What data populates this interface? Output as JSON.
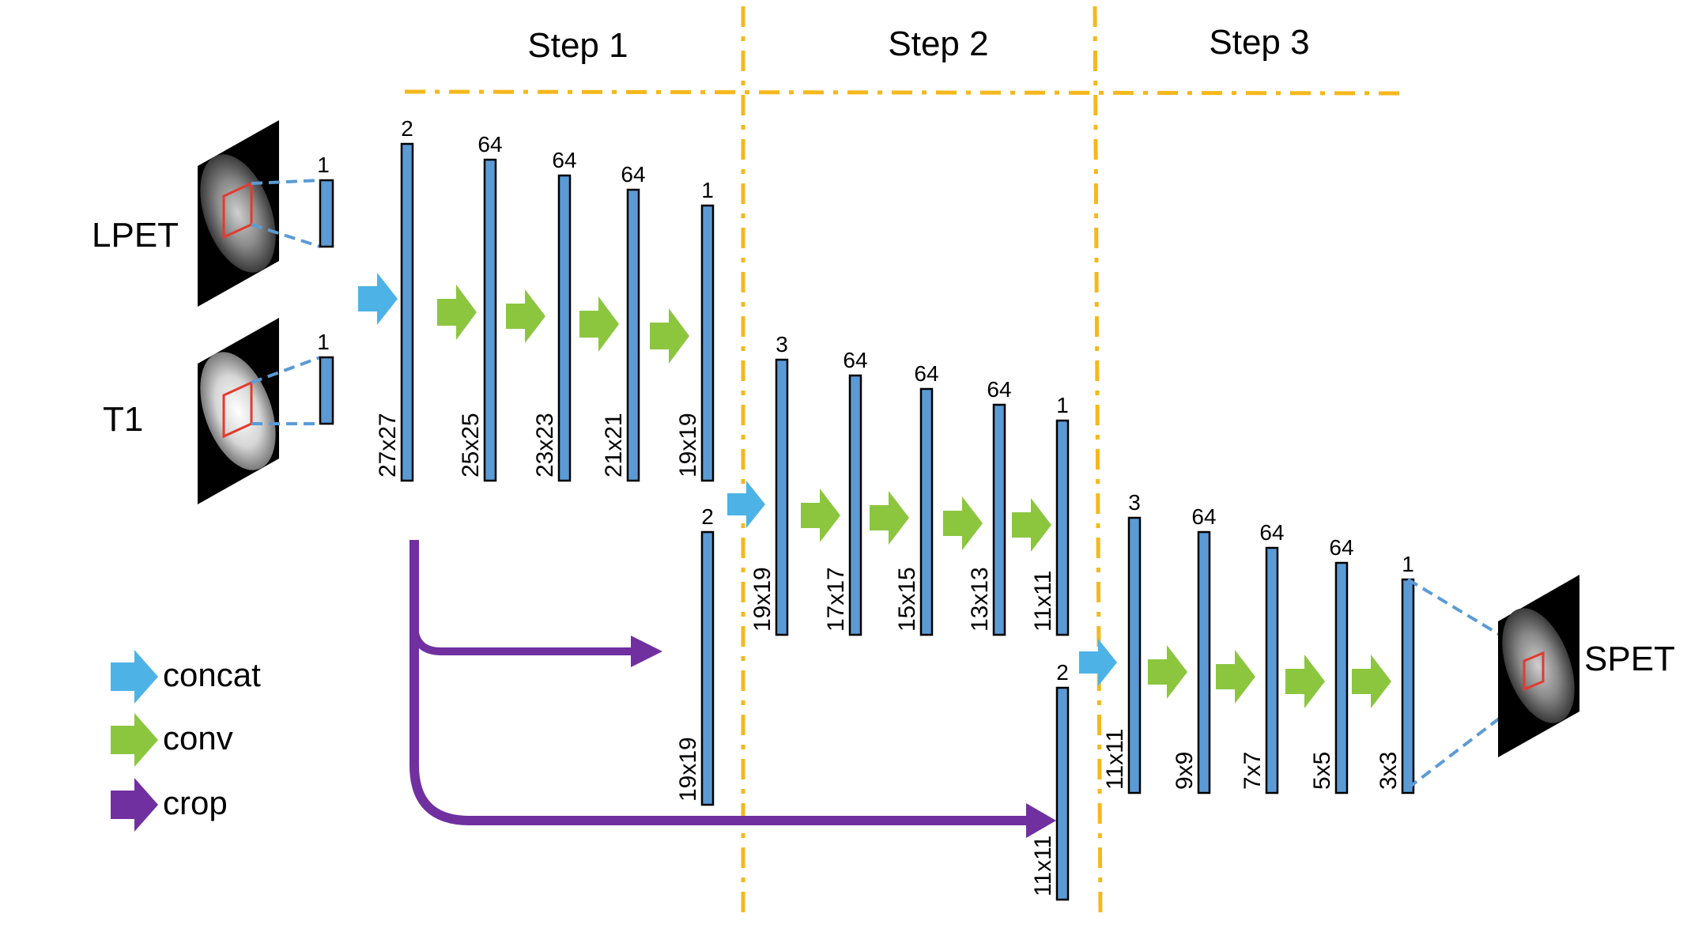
{
  "steps": [
    "Step 1",
    "Step 2",
    "Step 3"
  ],
  "inputs": {
    "lpet": "LPET",
    "t1": "T1"
  },
  "output": "SPET",
  "input_channels": [
    "1",
    "1"
  ],
  "colors": {
    "bar": "#5b9bd5",
    "concat": "#4db3e6",
    "conv": "#8cc63f",
    "crop": "#7030a0",
    "divider": "#f5b81c",
    "roi": "#e23b2e"
  },
  "stage1_layers": [
    {
      "channels": "2",
      "size": "27x27"
    },
    {
      "channels": "64",
      "size": "25x25"
    },
    {
      "channels": "64",
      "size": "23x23"
    },
    {
      "channels": "64",
      "size": "21x21"
    },
    {
      "channels": "1",
      "size": "19x19"
    }
  ],
  "stage1_crop": {
    "channels": "2",
    "size": "19x19"
  },
  "stage2_layers": [
    {
      "channels": "3",
      "size": "19x19"
    },
    {
      "channels": "64",
      "size": "17x17"
    },
    {
      "channels": "64",
      "size": "15x15"
    },
    {
      "channels": "64",
      "size": "13x13"
    },
    {
      "channels": "1",
      "size": "11x11"
    }
  ],
  "stage2_crop": {
    "channels": "2",
    "size": "11x11"
  },
  "stage3_layers": [
    {
      "channels": "3",
      "size": "11x11"
    },
    {
      "channels": "64",
      "size": "9x9"
    },
    {
      "channels": "64",
      "size": "7x7"
    },
    {
      "channels": "64",
      "size": "5x5"
    },
    {
      "channels": "1",
      "size": "3x3"
    }
  ],
  "legend": [
    {
      "icon": "concat-arrow-icon",
      "label": "concat"
    },
    {
      "icon": "conv-arrow-icon",
      "label": "conv"
    },
    {
      "icon": "crop-arrow-icon",
      "label": "crop"
    }
  ]
}
